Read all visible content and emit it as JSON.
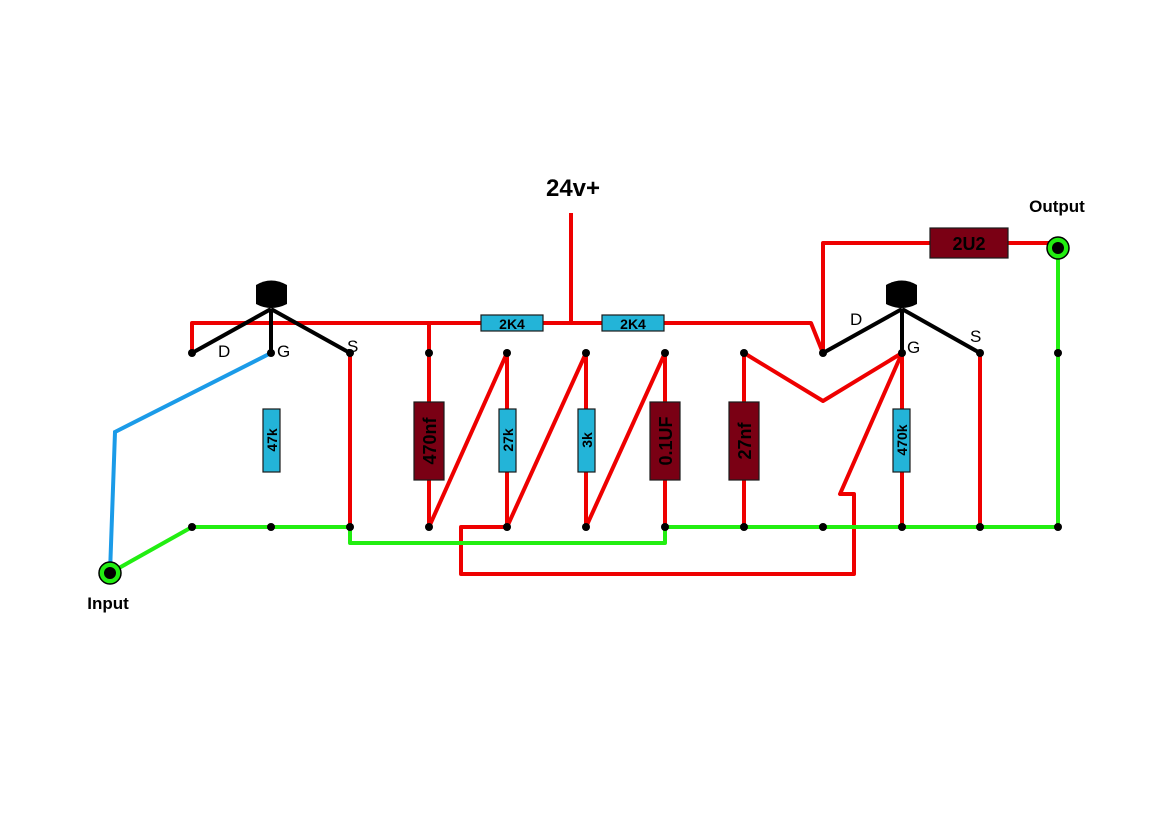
{
  "supply": {
    "label": "24v+"
  },
  "input": {
    "label": "Input"
  },
  "output": {
    "label": "Output"
  },
  "transistor1": {
    "drain": "D",
    "gate": "G",
    "source": "S"
  },
  "transistor2": {
    "drain": "D",
    "gate": "G",
    "source": "S"
  },
  "components": {
    "r_2k4_a": "2K4",
    "r_2k4_b": "2K4",
    "r_47k": "47k",
    "c_470nf": "470nf",
    "r_27k": "27k",
    "r_3k": "3k",
    "c_0_1uf": "0.1UF",
    "c_27nf": "27nf",
    "r_470k": "470k",
    "c_2u2": "2U2"
  },
  "colors": {
    "wire_supply": "#ee0000",
    "wire_ground": "#22ee11",
    "wire_input": "#1b9be8",
    "resistor": "#23b4d8",
    "capacitor": "#7a0014"
  }
}
